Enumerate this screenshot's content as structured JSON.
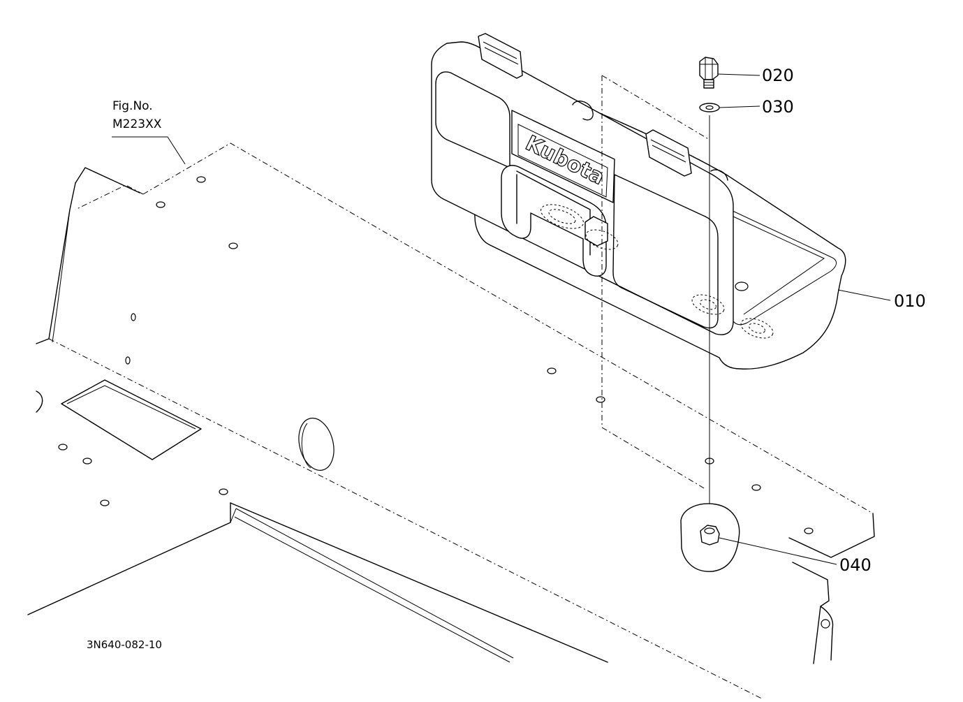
{
  "figure": {
    "ref_label": "Fig.No.",
    "ref_number": "M223XX",
    "drawing_code": "3N640-082-10"
  },
  "callouts": [
    {
      "id": "callout-020",
      "label": "020"
    },
    {
      "id": "callout-030",
      "label": "030"
    },
    {
      "id": "callout-010",
      "label": "010"
    },
    {
      "id": "callout-040",
      "label": "040"
    }
  ],
  "parts": {
    "toolbox_brand": "Kubota"
  }
}
